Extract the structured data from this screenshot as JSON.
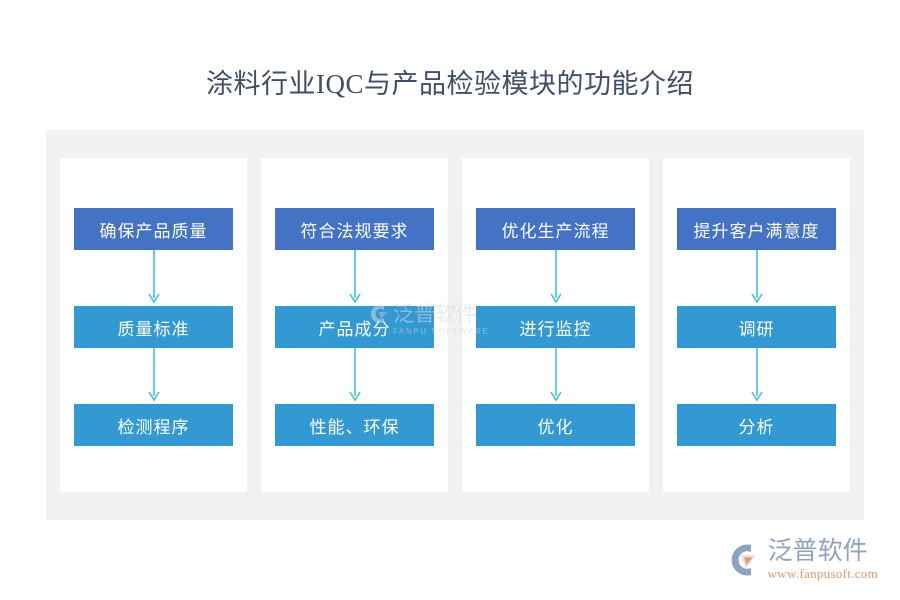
{
  "page": {
    "title": "涂料行业IQC与产品检验模块的功能介绍",
    "background_color": "#ffffff",
    "panel_color": "#f1f1f1",
    "column_color": "#ffffff",
    "head_box_color": "#4472c4",
    "step_box_color": "#3399d3",
    "arrow_color": "#3fc5d6",
    "title_color": "#3f4f68"
  },
  "columns": [
    {
      "head": "确保产品质量",
      "steps": [
        "质量标准",
        "检测程序"
      ]
    },
    {
      "head": "符合法规要求",
      "steps": [
        "产品成分",
        "性能、环保"
      ]
    },
    {
      "head": "优化生产流程",
      "steps": [
        "进行监控",
        "优化"
      ]
    },
    {
      "head": "提升客户满意度",
      "steps": [
        "调研",
        "分析"
      ]
    }
  ],
  "watermark": {
    "name": "泛普软件",
    "subtitle": "FANPU SOFTWARE"
  },
  "brand": {
    "name": "泛普软件",
    "url": "www.fanpusoft.com",
    "name_color": "#8fa3bf",
    "url_color": "#e8956b"
  }
}
